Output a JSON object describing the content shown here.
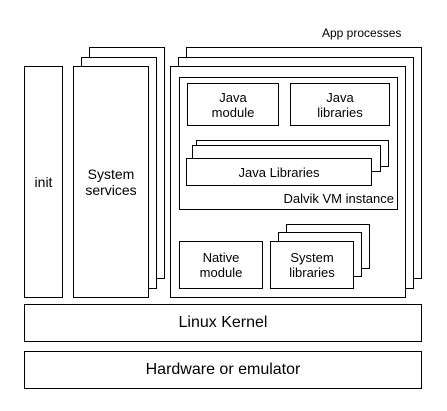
{
  "diagram": {
    "app_processes_label": "App processes",
    "init_label": "init",
    "system_services_label": "System services",
    "java_module_label": "Java module",
    "java_libraries_top_label": "Java libraries",
    "java_libraries_stack_label": "Java Libraries",
    "dalvik_vm_label": "Dalvik VM instance",
    "native_module_label": "Native module",
    "system_libraries_label": "System libraries",
    "linux_kernel_label": "Linux Kernel",
    "hardware_label": "Hardware or emulator"
  }
}
